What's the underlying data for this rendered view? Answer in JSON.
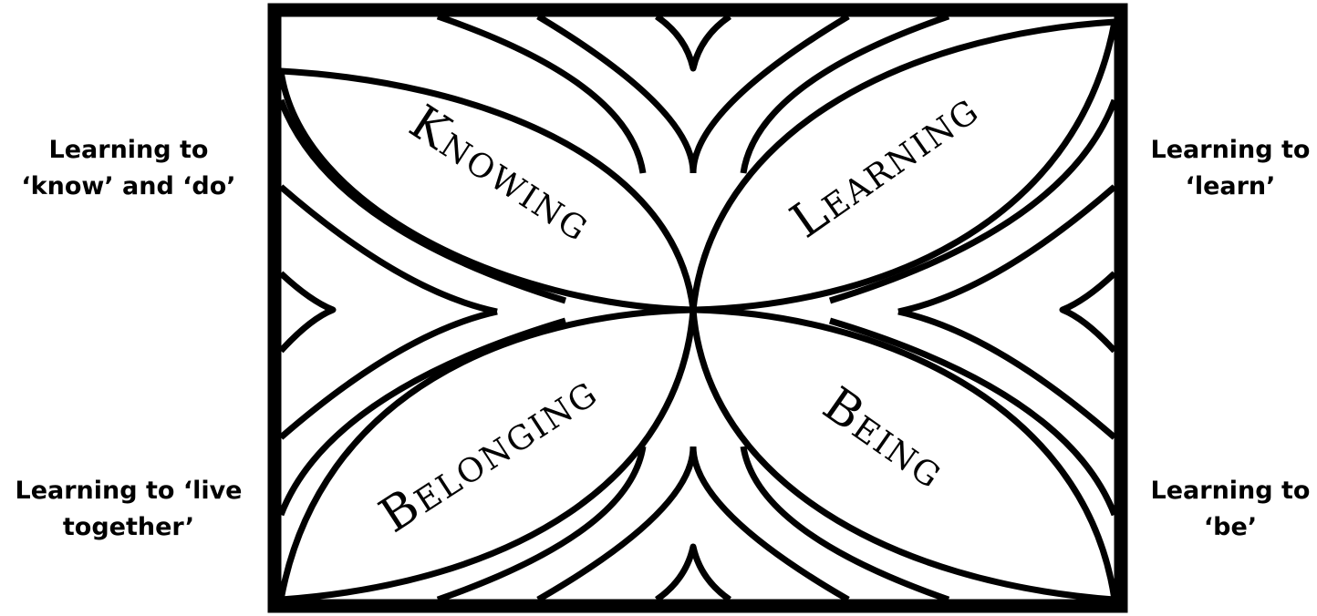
{
  "side_labels": {
    "top_left": [
      "Learning to",
      "‘know’ and ‘do’"
    ],
    "top_right": [
      "Learning to",
      "‘learn’"
    ],
    "bottom_left": [
      "Learning to ‘live",
      "together’"
    ],
    "bottom_right": [
      "Learning to",
      "‘be’"
    ]
  },
  "petals": {
    "top_left": "Knowing",
    "top_right": "Learning",
    "bottom_left": "Belonging",
    "bottom_right": "Being"
  },
  "colors": {
    "line": "#000000",
    "background": "#ffffff"
  }
}
